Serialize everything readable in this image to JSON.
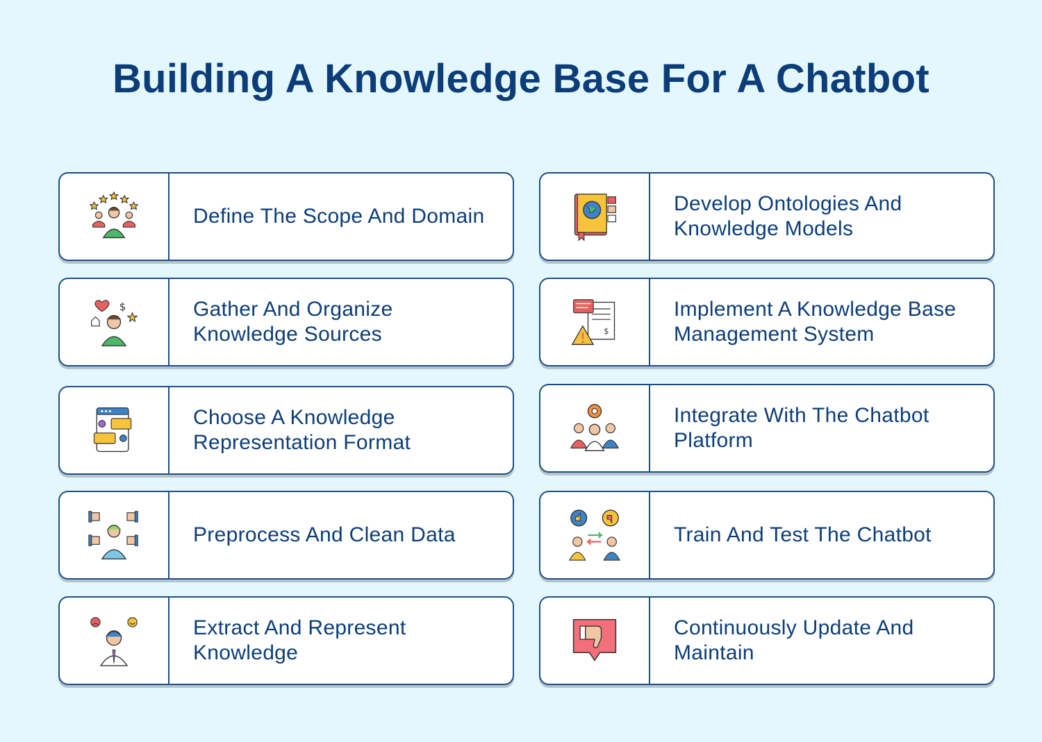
{
  "title": "Building A Knowledge Base For A Chatbot",
  "steps": [
    {
      "label": "Define The Scope And Domain",
      "icon": "rating-people-icon"
    },
    {
      "label": "Develop Ontologies And Knowledge Models",
      "icon": "globe-book-icon"
    },
    {
      "label": "Gather And Organize Knowledge Sources",
      "icon": "thinking-person-icon"
    },
    {
      "label": "Implement A Knowledge Base Management System",
      "icon": "document-warning-icon"
    },
    {
      "label": "Choose A Knowledge Representation Format",
      "icon": "chat-window-icon"
    },
    {
      "label": "Integrate With The Chatbot Platform",
      "icon": "team-gear-icon"
    },
    {
      "label": "Preprocess And Clean Data",
      "icon": "feedback-thumbs-icon"
    },
    {
      "label": "Train And Test The Chatbot",
      "icon": "exchange-feedback-icon"
    },
    {
      "label": "Extract And Represent Knowledge",
      "icon": "emotion-person-icon"
    },
    {
      "label": "Continuously Update And Maintain",
      "icon": "thumbs-down-bubble-icon"
    }
  ],
  "colors": {
    "background": "#e4f7fd",
    "title": "#0c3d78",
    "border": "#1c4f86"
  }
}
